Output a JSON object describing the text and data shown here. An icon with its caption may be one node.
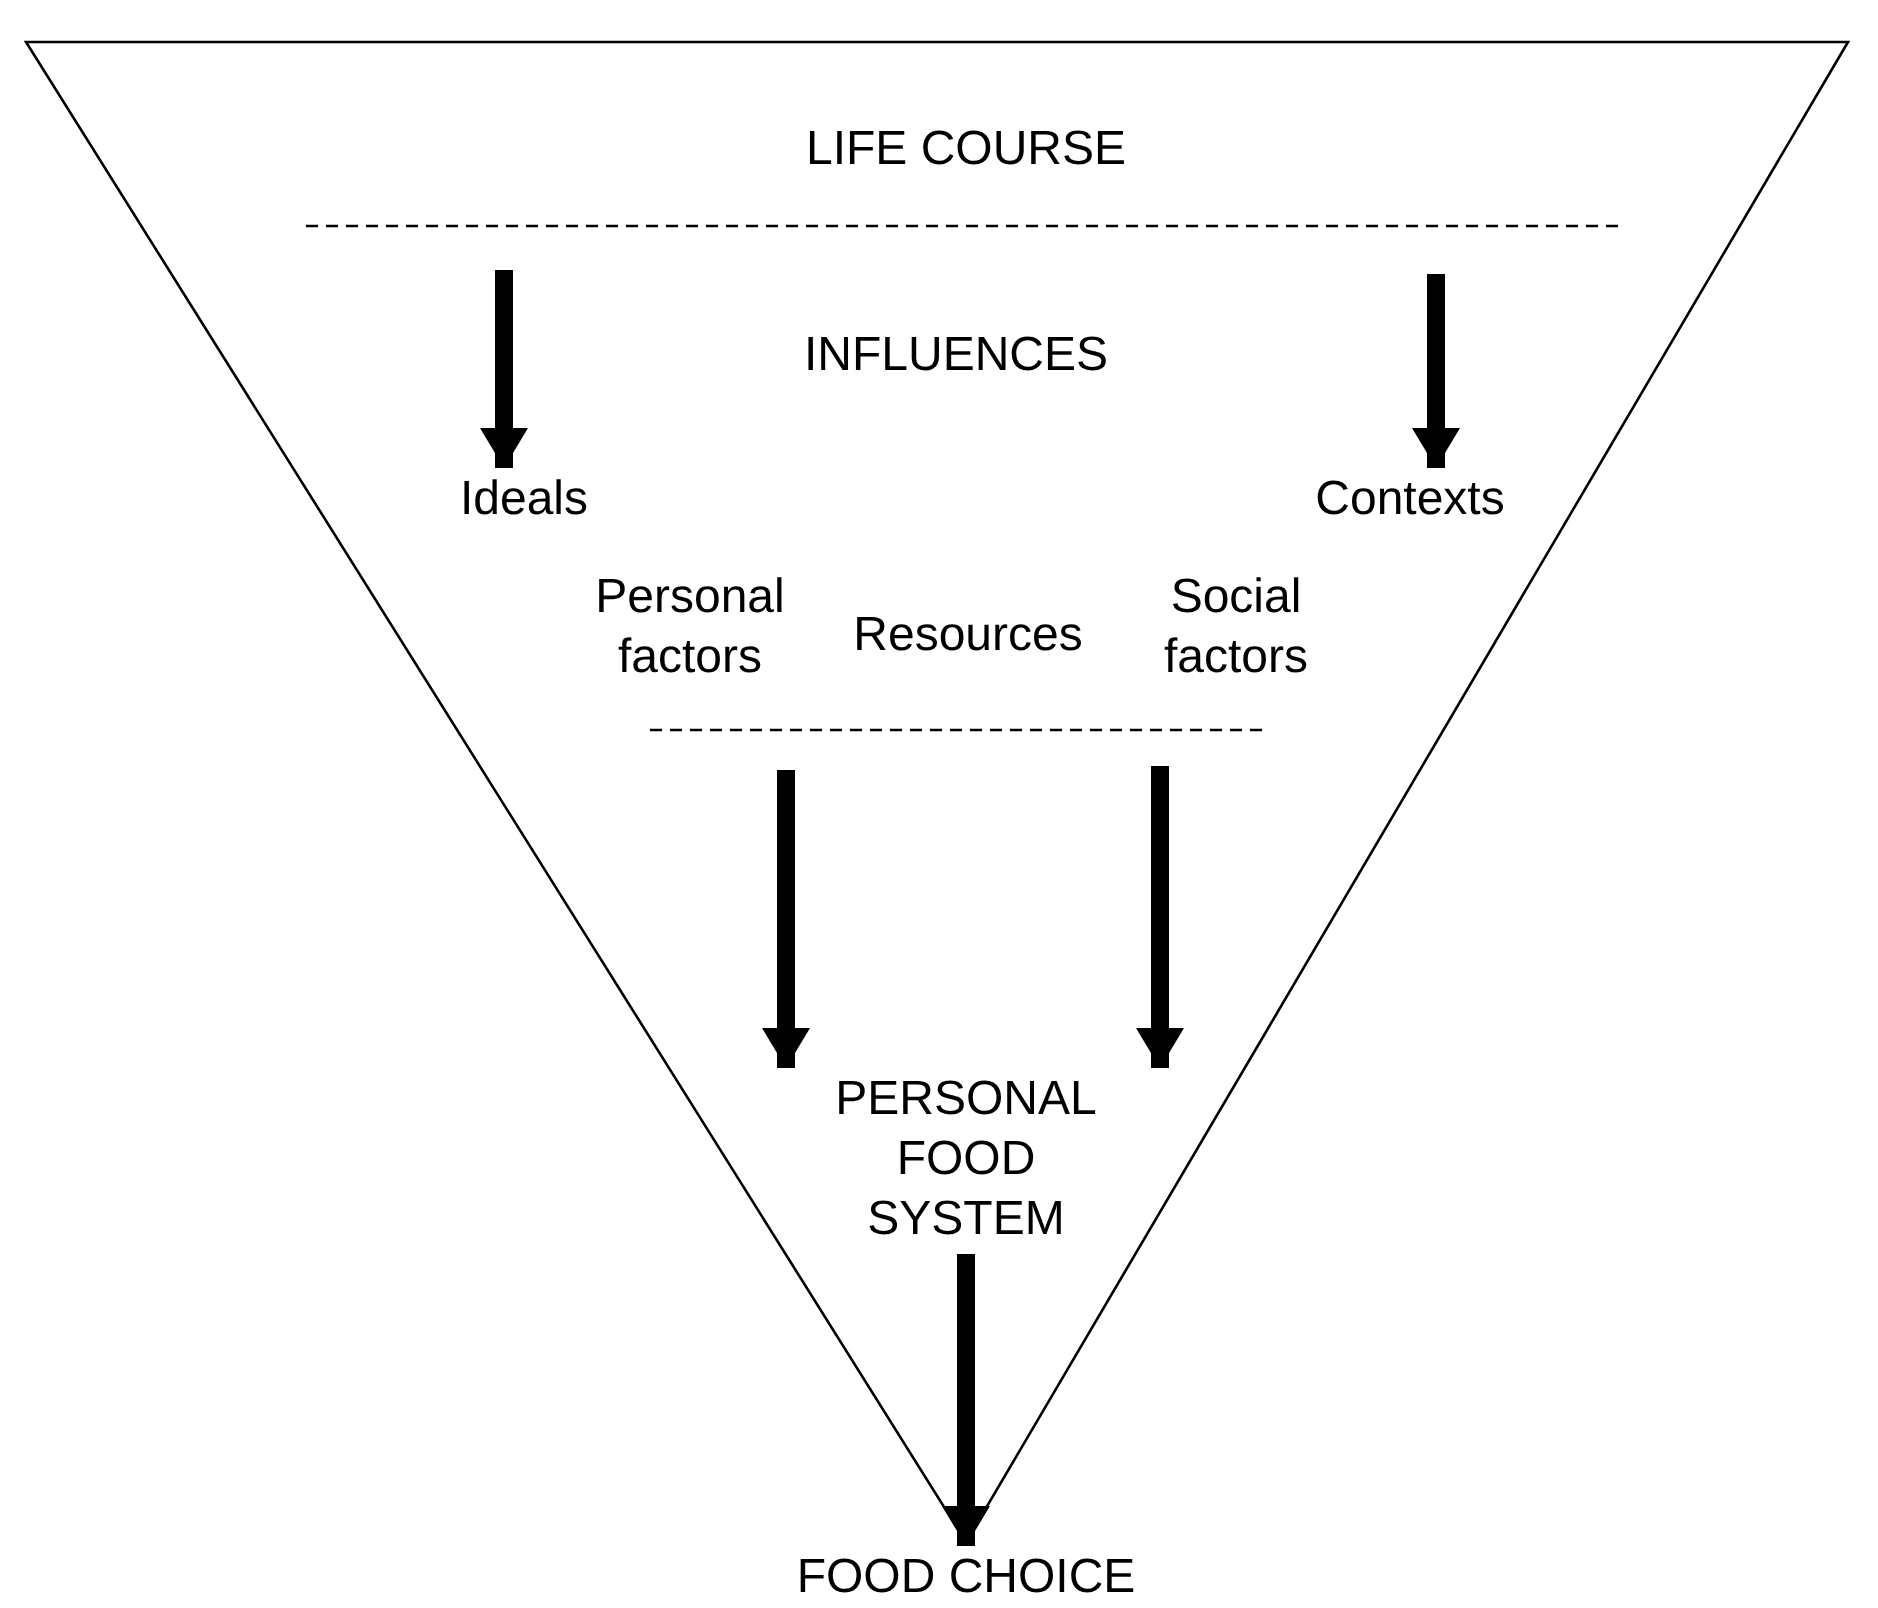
{
  "diagram": {
    "nodes": [
      {
        "text": [
          "LIFE COURSE"
        ]
      },
      {
        "text": [
          "INFLUENCES"
        ],
        "in": 0
      },
      {
        "text": [
          "Ideals"
        ],
        "in": 0
      },
      {
        "text": [
          "Contexts"
        ],
        "in": 0
      },
      {
        "text": [
          "Personal factors"
        ],
        "in": 0
      },
      {
        "text": [
          "Resources"
        ],
        "in": 0
      },
      {
        "text": [
          "Social factors"
        ],
        "in": 0
      },
      {
        "text": [
          "PERSONAL FOOD SYSTEM"
        ],
        "in": 0
      },
      {
        "text": [
          "FOOD CHOICE"
        ]
      }
    ],
    "edges": [
      {
        "from": null,
        "to": 2,
        "arrow": "to"
      },
      {
        "from": null,
        "to": 3,
        "arrow": "to"
      },
      {
        "from": null,
        "to": 7,
        "arrow": "to"
      },
      {
        "from": null,
        "to": 7,
        "arrow": "to"
      },
      {
        "from": 7,
        "to": 8,
        "arrow": "to"
      }
    ]
  }
}
